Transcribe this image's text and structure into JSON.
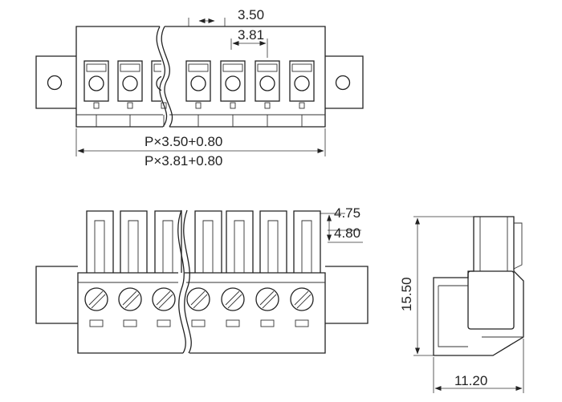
{
  "top_view": {
    "pitch_a": "3.50",
    "pitch_b": "3.81",
    "length_formula_a": "P×3.50+0.80",
    "length_formula_b": "P×3.81+0.80"
  },
  "front_view": {
    "height_a": "4.75",
    "height_b": "4.80"
  },
  "side_view": {
    "height": "15.50",
    "width": "11.20"
  },
  "colors": {
    "line": "#222222",
    "background": "#ffffff"
  }
}
